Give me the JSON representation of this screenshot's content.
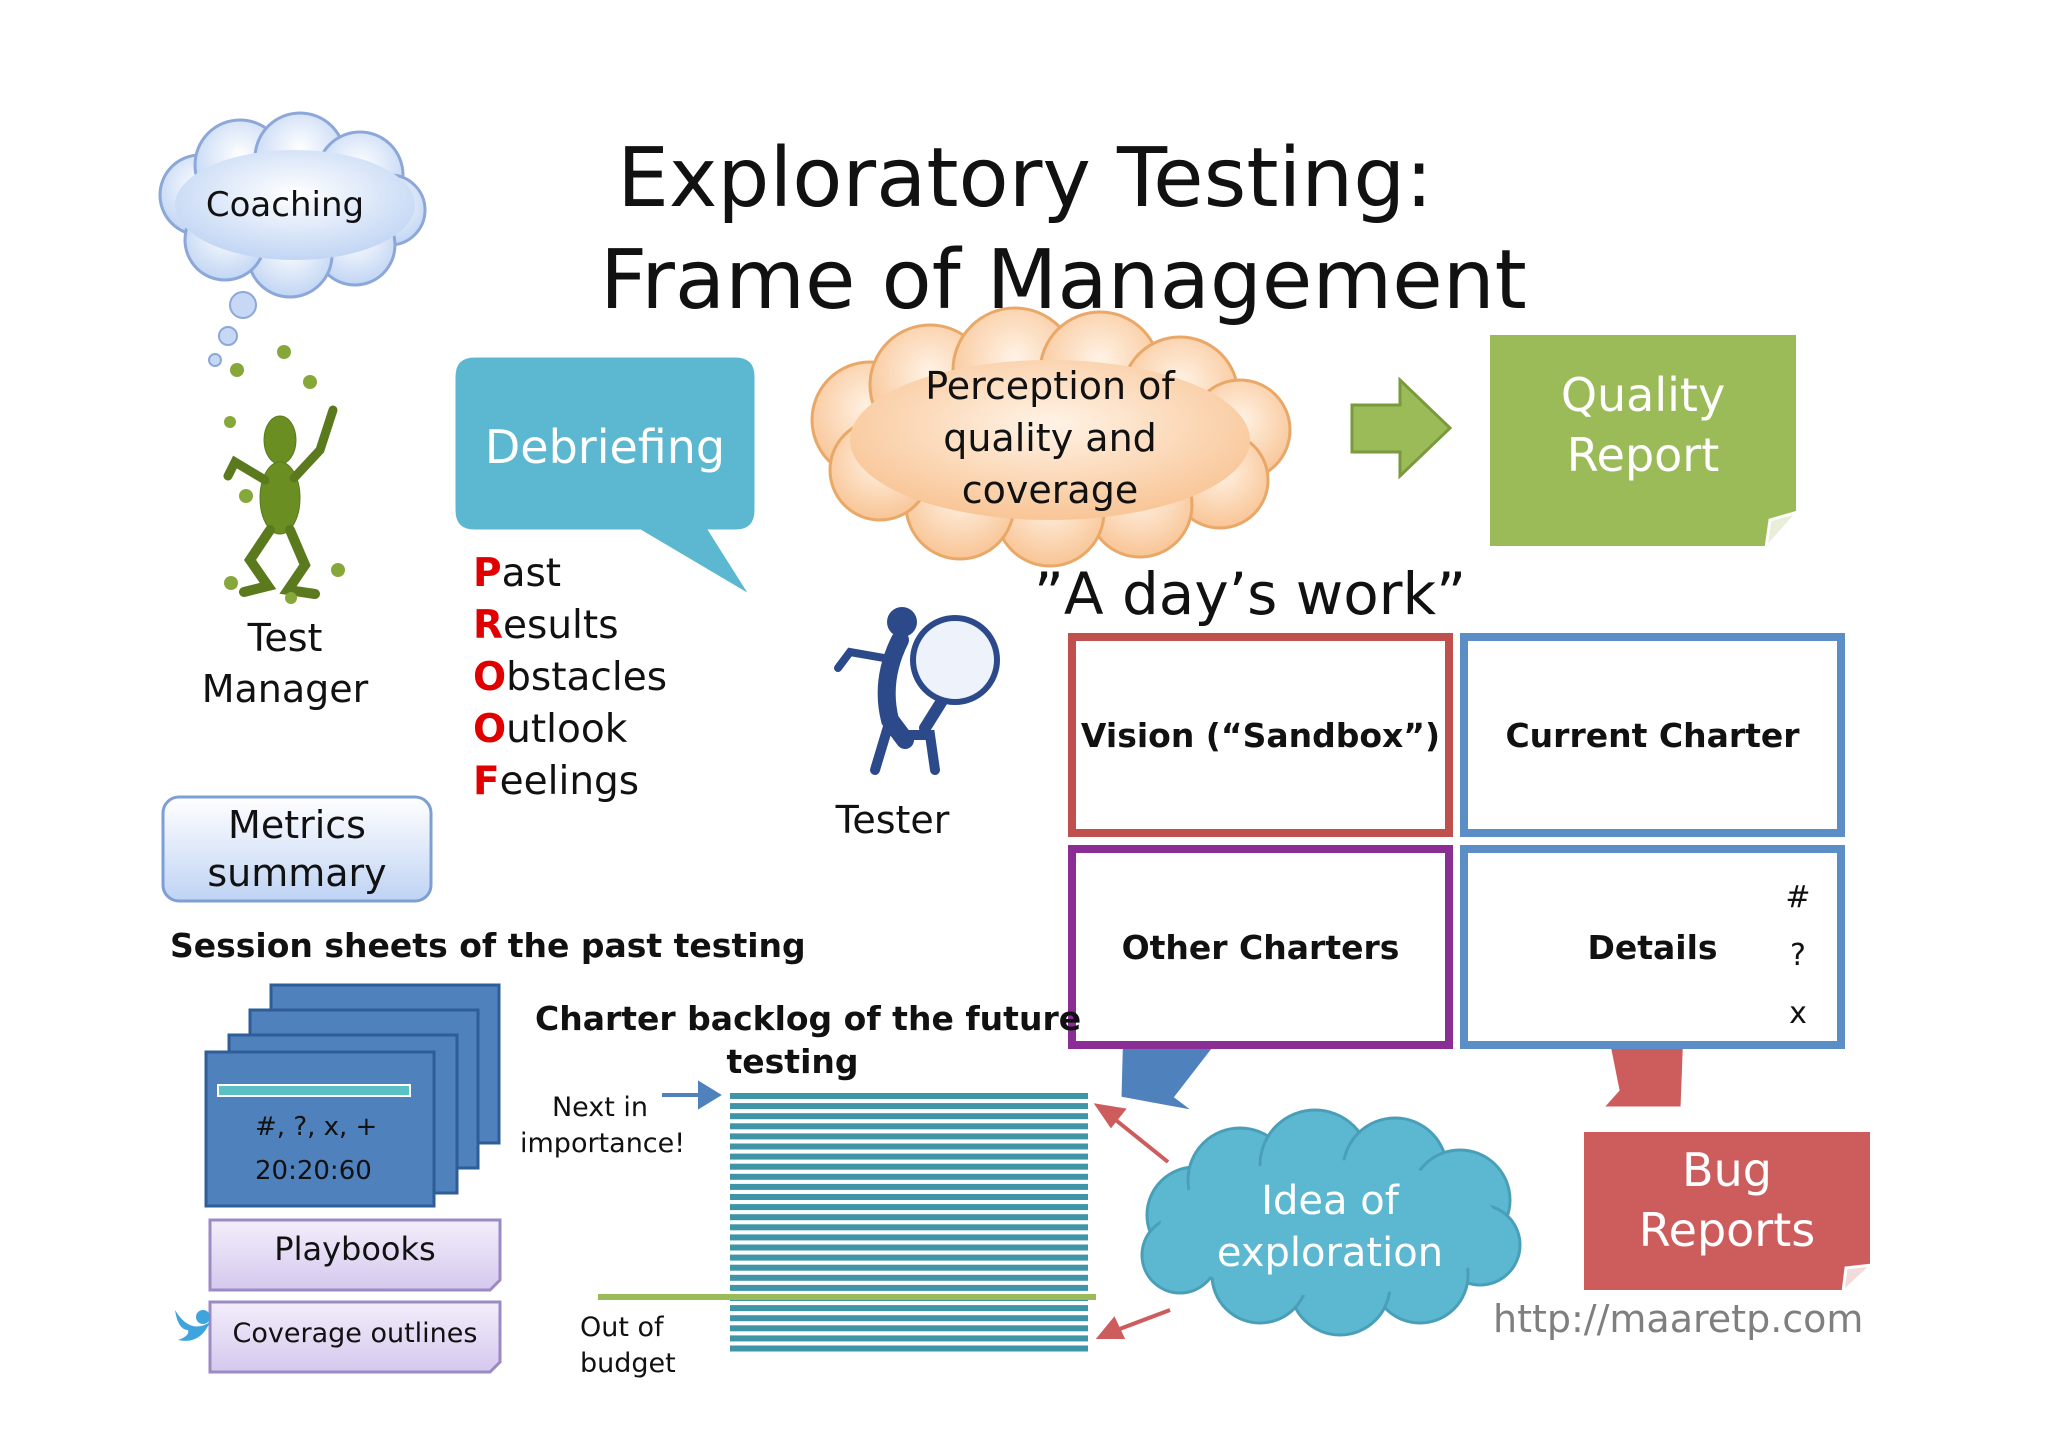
{
  "title": {
    "line1": "Exploratory Testing:",
    "line2": "Frame of Management"
  },
  "coaching": {
    "label": "Coaching"
  },
  "test_manager": {
    "label_line1": "Test",
    "label_line2": "Manager"
  },
  "metrics": {
    "label_line1": "Metrics",
    "label_line2": "summary"
  },
  "debriefing": {
    "label": "Debriefing"
  },
  "proof": [
    {
      "first": "P",
      "rest": "ast"
    },
    {
      "first": "R",
      "rest": "esults"
    },
    {
      "first": "O",
      "rest": "bstacles"
    },
    {
      "first": "O",
      "rest": "utlook"
    },
    {
      "first": "F",
      "rest": "eelings"
    }
  ],
  "perception": {
    "line1": "Perception of",
    "line2": "quality and",
    "line3": "coverage"
  },
  "quality_report": {
    "line1": "Quality",
    "line2": "Report"
  },
  "tester": {
    "label": "Tester"
  },
  "days_work": {
    "label": "”A day’s work”"
  },
  "quadrants": {
    "vision": "Vision (“Sandbox”)",
    "current_charter": "Current Charter",
    "other_charters": "Other Charters",
    "details": "Details",
    "detail_marks": [
      "#",
      "?",
      "x"
    ]
  },
  "session_sheets": {
    "heading": "Session sheets of the past testing",
    "marks": "#, ?, x, +",
    "time": "20:20:60"
  },
  "playbooks": {
    "label": "Playbooks"
  },
  "coverage_outlines": {
    "label": "Coverage outlines"
  },
  "backlog": {
    "heading_line1": "Charter backlog of the future",
    "heading_line2": "testing",
    "next_line1": "Next in",
    "next_line2": "importance!",
    "budget_line1": "Out of",
    "budget_line2": "budget"
  },
  "idea": {
    "line1": "Idea of",
    "line2": "exploration"
  },
  "bug_reports": {
    "line1": "Bug",
    "line2": "Reports"
  },
  "url": {
    "text": "http://maaretp.com"
  },
  "colors": {
    "debriefing": "#5bb8d0",
    "quality": "#9bbb59",
    "bug": "#cd5c5c",
    "vision_border": "#c0504d",
    "charter_border": "#5b8ec6",
    "other_border": "#8a2e96",
    "backlog_line": "#3e95a8",
    "budget_line": "#9bbb59",
    "proof_letter": "#e10000"
  }
}
